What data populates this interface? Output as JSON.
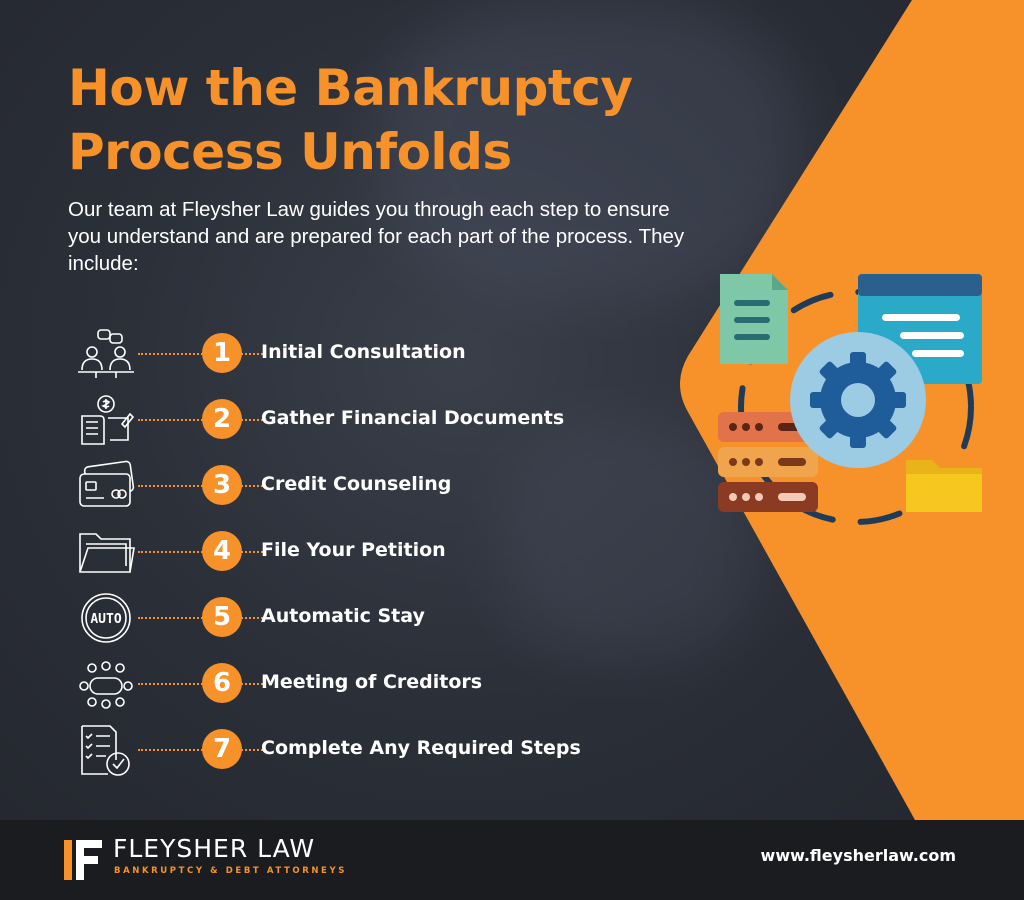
{
  "header": {
    "title": "How the Bankruptcy Process Unfolds",
    "intro": "Our team at Fleysher Law guides you through each step to ensure you understand and are prepared for each part of the process. They include:"
  },
  "steps": [
    {
      "number": "1",
      "label": "Initial Consultation",
      "icon": "consultation-icon"
    },
    {
      "number": "2",
      "label": "Gather Financial Documents",
      "icon": "financial-documents-icon"
    },
    {
      "number": "3",
      "label": "Credit Counseling",
      "icon": "credit-card-icon"
    },
    {
      "number": "4",
      "label": "File Your Petition",
      "icon": "folder-icon"
    },
    {
      "number": "5",
      "label": "Automatic Stay",
      "icon": "auto-badge-icon",
      "icon_text": "AUTO"
    },
    {
      "number": "6",
      "label": "Meeting of Creditors",
      "icon": "meeting-icon"
    },
    {
      "number": "7",
      "label": "Complete Any Required Steps",
      "icon": "checklist-icon"
    }
  ],
  "footer": {
    "brand": "FLEYSHER LAW",
    "tagline": "BANKRUPTCY & DEBT ATTORNEYS",
    "website": "www.fleysherlaw.com"
  },
  "colors": {
    "accent": "#f7922a",
    "background": "#2b2f38",
    "footer": "#1b1c20",
    "text": "#ffffff"
  }
}
